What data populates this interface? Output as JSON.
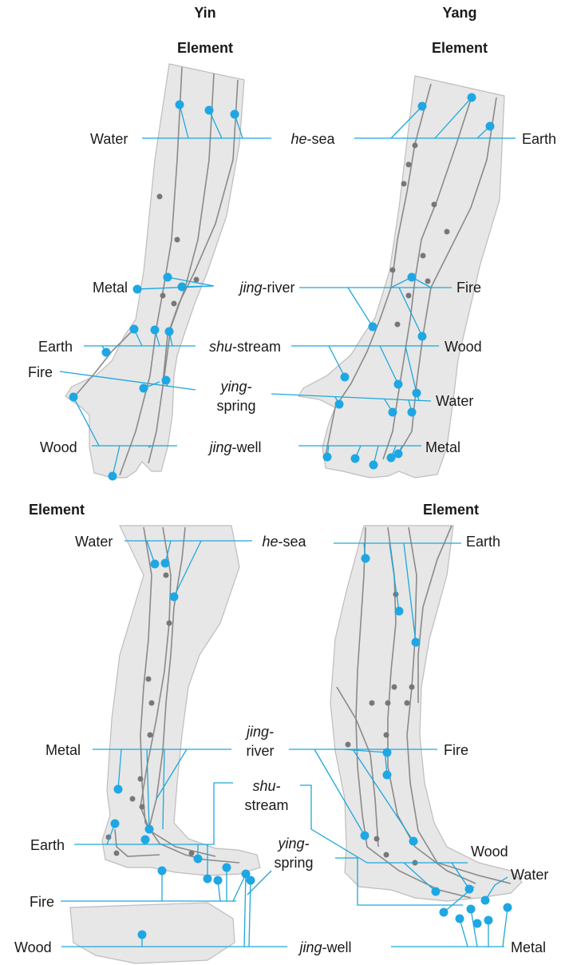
{
  "colors": {
    "accent": "#1ea7e4",
    "limb": "#e7e7e7",
    "meridian": "#8a8a8a",
    "text": "#1a1a1a"
  },
  "arm": {
    "yin_header_1": "Yin",
    "yin_header_2": "Element",
    "yang_header_1": "Yang",
    "yang_header_2": "Element",
    "yin_elements": {
      "water": "Water",
      "metal": "Metal",
      "earth": "Earth",
      "fire": "Fire",
      "wood": "Wood"
    },
    "yang_elements": {
      "earth": "Earth",
      "fire": "Fire",
      "wood": "Wood",
      "water": "Water",
      "metal": "Metal"
    },
    "points": {
      "he_sea_italic": "he",
      "he_sea_rest": "-sea",
      "jing_river_italic": "jing",
      "jing_river_rest": "-river",
      "shu_stream_italic": "shu",
      "shu_stream_rest": "-stream",
      "ying_spring_italic": "ying-",
      "ying_spring_rest": "spring",
      "jing_well_italic": "jing",
      "jing_well_rest": "-well"
    }
  },
  "leg": {
    "yin_header": "Element",
    "yang_header": "Element",
    "yin_elements": {
      "water": "Water",
      "metal": "Metal",
      "earth": "Earth",
      "fire": "Fire",
      "wood": "Wood"
    },
    "yang_elements": {
      "earth": "Earth",
      "fire": "Fire",
      "wood": "Wood",
      "water": "Water",
      "metal": "Metal"
    },
    "points": {
      "he_sea_italic": "he",
      "he_sea_rest": "-sea",
      "jing_river_italic": "jing-",
      "jing_river_rest": "river",
      "shu_stream_italic": "shu-",
      "shu_stream_rest": "stream",
      "ying_spring_italic": "ying-",
      "ying_spring_rest": "spring",
      "jing_well_italic": "jing",
      "jing_well_rest": "-well"
    }
  }
}
